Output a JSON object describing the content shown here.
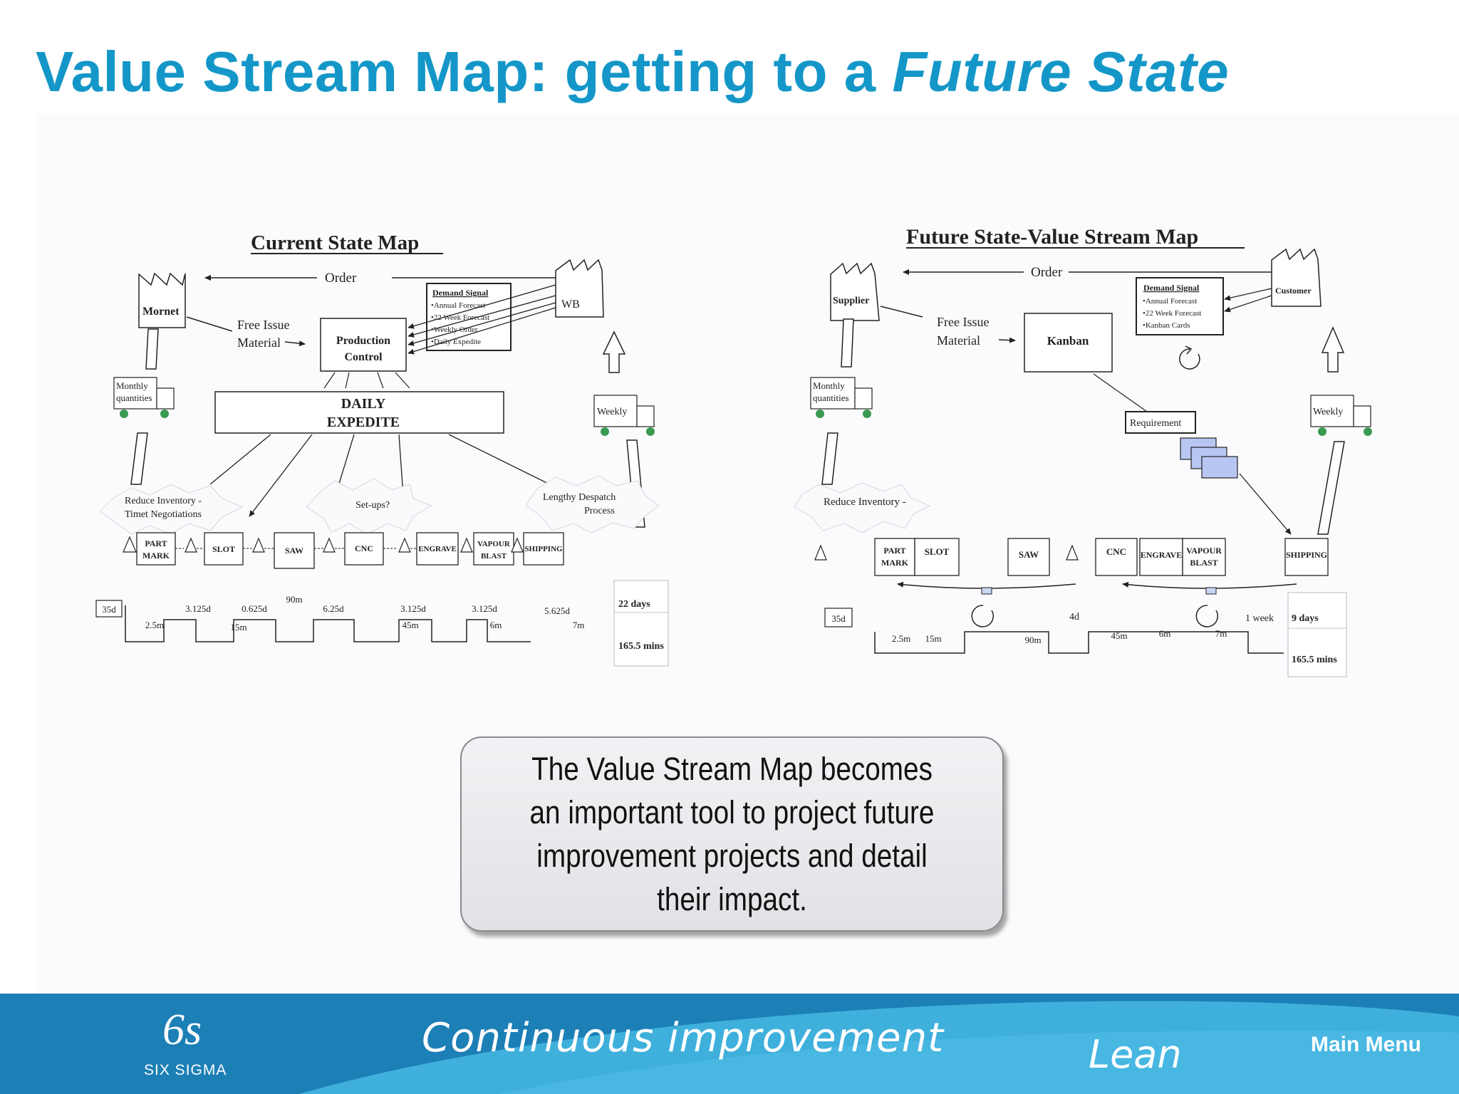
{
  "slide": {
    "title_main": "Value Stream Map: getting to a ",
    "title_italic": "Future State"
  },
  "current_map": {
    "title": "Current State Map",
    "order": "Order",
    "supplier": "Mornet",
    "customer": "WB",
    "free_issue_1": "Free Issue",
    "free_issue_2": "Material",
    "production_control_1": "Production",
    "production_control_2": "Control",
    "demand_signal_title": "Demand Signal",
    "demand_signal_items": [
      "•Annual Forecast",
      "•22 Week Forecast",
      "•Weekly Order",
      "•Daily Expedite"
    ],
    "daily_expedite_1": "DAILY",
    "daily_expedite_2": "EXPEDITE",
    "monthly_1": "Monthly",
    "monthly_2": "quantities",
    "weekly": "Weekly",
    "kaizen_reduce_1": "Reduce Inventory -",
    "kaizen_reduce_2": "Timet Negotiations",
    "kaizen_setups": "Set-ups?",
    "kaizen_despatch_1": "Lengthy Despatch",
    "kaizen_despatch_2": "Process",
    "processes": [
      "PART MARK",
      "SLOT",
      "SAW",
      "CNC",
      "ENGRAVE",
      "VAPOUR BLAST",
      "SHIPPING"
    ],
    "timeline_first": "35d",
    "timeline_top": [
      "3.125d",
      "0.625d",
      "90m",
      "6.25d",
      "3.125d",
      "3.125d",
      "5.625d"
    ],
    "timeline_bottom": [
      "2.5m",
      "15m",
      "45m",
      "6m",
      "7m"
    ],
    "lead_time": "22 days",
    "process_time": "165.5 mins"
  },
  "future_map": {
    "title": "Future State-Value Stream Map",
    "order": "Order",
    "supplier": "Supplier",
    "customer": "Customer",
    "free_issue_1": "Free Issue",
    "free_issue_2": "Material",
    "kanban": "Kanban",
    "demand_signal_title": "Demand Signal",
    "demand_signal_items": [
      "•Annual Forecast",
      "•22 Week Forecast",
      "•Kanban Cards"
    ],
    "requirement": "Requirement",
    "monthly_1": "Monthly",
    "monthly_2": "quantities",
    "weekly": "Weekly",
    "kaizen_reduce": "Reduce Inventory -",
    "processes": [
      "PART MARK",
      "SLOT",
      "SAW",
      "CNC",
      "ENGRAVE",
      "VAPOUR BLAST",
      "SHIPPING"
    ],
    "timeline_first": "35d",
    "timeline_top": [
      "4d",
      "1 week"
    ],
    "timeline_bottom": [
      "2.5m",
      "15m",
      "90m",
      "45m",
      "6m",
      "7m"
    ],
    "lead_time": "9 days",
    "process_time": "165.5 mins"
  },
  "callout": {
    "text": "The Value Stream Map becomes an important tool to project future improvement projects and detail their impact."
  },
  "footer": {
    "logo_mark": "6s",
    "logo_text": "SIX SIGMA",
    "tagline": "Continuous improvement",
    "lean": "Lean",
    "main_menu": "Main Menu"
  },
  "colors": {
    "title": "#1497c8",
    "footer_dark": "#1c7fb6",
    "footer_light": "#3fb0dc",
    "kanban_card": "#b8c6f2"
  }
}
